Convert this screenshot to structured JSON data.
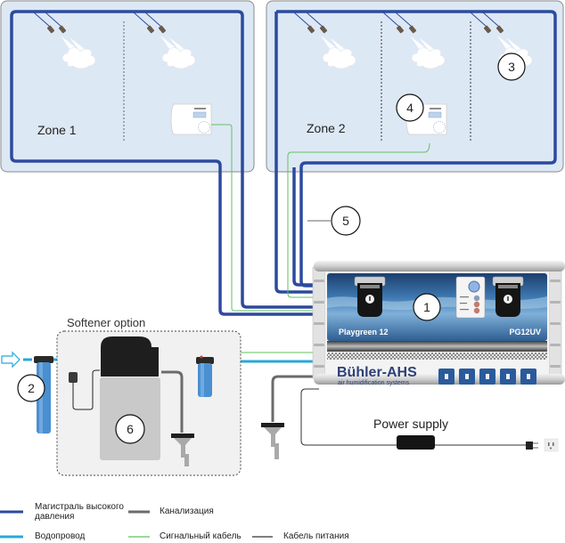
{
  "zones": [
    {
      "label": "Zone 1"
    },
    {
      "label": "Zone 2"
    }
  ],
  "callouts": [
    "1",
    "2",
    "3",
    "4",
    "5",
    "6"
  ],
  "softener": {
    "label": "Softener option"
  },
  "power": {
    "label": "Power supply"
  },
  "unit": {
    "model_left": "Playgreen 12",
    "model_right": "PG12UV",
    "brand": "Bühler-AHS",
    "tagline": "air humidification systems",
    "button_count": 5
  },
  "colors": {
    "high_pressure": "#2c4a9e",
    "water": "#29a8d8",
    "drain": "#6b6b6b",
    "signal": "#62c25a",
    "power_cable": "#555555",
    "zone_bg": "#dde8f5"
  },
  "legend": [
    {
      "label": "Магистраль высокого давления",
      "line1": "Магистраль высокого",
      "line2": "давления",
      "color_key": "high_pressure"
    },
    {
      "label": "Канализация",
      "color_key": "drain"
    },
    {
      "label": "Водопровод",
      "color_key": "water"
    },
    {
      "label": "Сигнальный кабель",
      "color_key": "signal"
    },
    {
      "label": "Кабель питания",
      "color_key": "power_cable"
    }
  ]
}
